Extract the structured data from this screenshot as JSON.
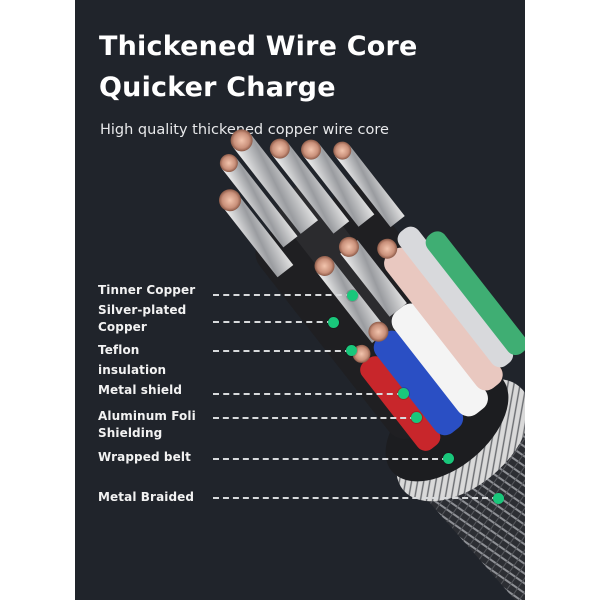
{
  "header": {
    "title_line1": "Thickened Wire Core",
    "title_line2": "Quicker Charge",
    "subtitle": "High quality thickened copper wire core"
  },
  "colors": {
    "background": "#20242b",
    "accent_dot": "#19c77b",
    "leader_line": "#d8dadc",
    "text": "#ffffff"
  },
  "callouts": [
    {
      "label_line1": "Tinner Copper",
      "label_line2": ""
    },
    {
      "label_line1": "Silver-plated",
      "label_line2": "Copper"
    },
    {
      "label_line1": "Teflon",
      "label_line2": "insulation"
    },
    {
      "label_line1": "Metal shield",
      "label_line2": ""
    },
    {
      "label_line1": "Aluminum Foli",
      "label_line2": "Shielding"
    },
    {
      "label_line1": "Wrapped belt",
      "label_line2": ""
    },
    {
      "label_line1": "Metal Braided",
      "label_line2": ""
    }
  ],
  "image": {
    "subject": "cable-cross-section-illustration",
    "wire_colors": [
      "#c99a85",
      "#1f1f22",
      "#e9c8c0",
      "#d8d9dc",
      "#2a4fc4",
      "#c8262b",
      "#3fae73",
      "#f4f4f4",
      "#2b2b2e"
    ]
  }
}
